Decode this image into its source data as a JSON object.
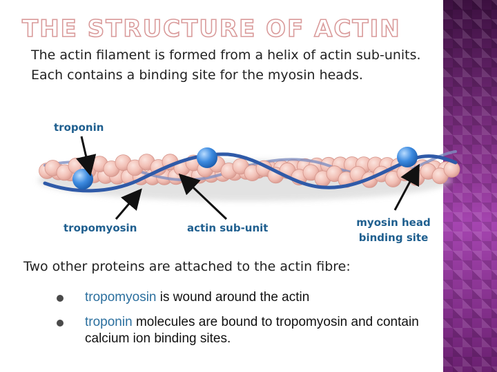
{
  "title": "THE STRUCTURE OF ACTIN",
  "intro": "The actin filament is formed from a helix of actin sub-units. Each contains a binding site for the myosin heads.",
  "diagram": {
    "labels": {
      "troponin": "troponin",
      "tropomyosin": "tropomyosin",
      "actin_subunit": "actin sub-unit",
      "myosin_binding_site": "myosin head binding site"
    },
    "colors": {
      "actin_bead": "#f2c0b6",
      "tropomyosin_strand": "#2f5aa8",
      "troponin": "#2f7fd8",
      "label_text": "#1f5f8f"
    }
  },
  "content": {
    "subheading": "Two other proteins are attached to the actin fibre:",
    "bullets": [
      {
        "term": "tropomyosin",
        "rest": " is wound around the actin"
      },
      {
        "term": "troponin",
        "rest": " molecules are bound to tropomyosin and contain calcium ion binding sites."
      }
    ]
  },
  "theme": {
    "side_panel": "#6e2370",
    "title_outline": "#d99a9a"
  }
}
